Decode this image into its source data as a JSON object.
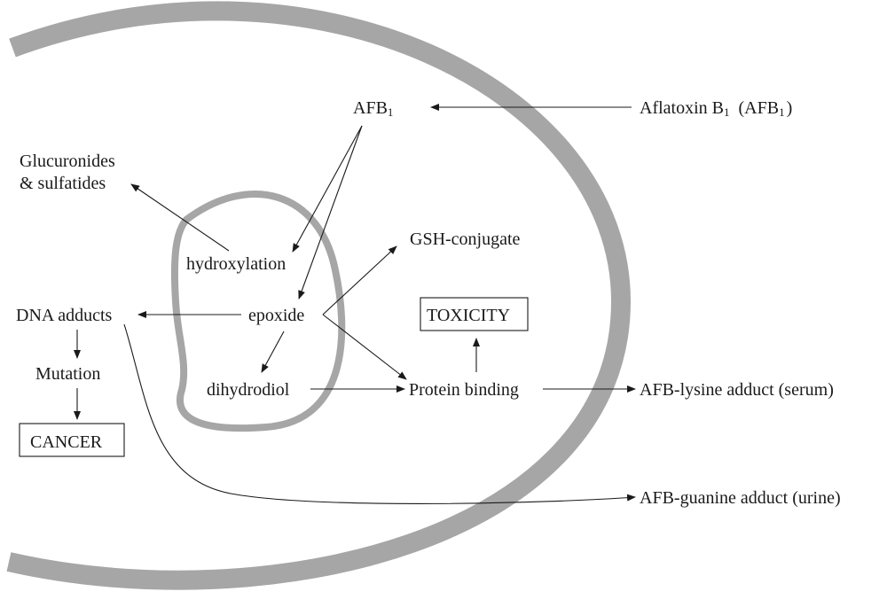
{
  "diagram": {
    "colors": {
      "membrane": "#a6a6a6",
      "text": "#1a1a1a",
      "arrow": "#1a1a1a"
    },
    "labels": {
      "afb1_base": "AFB",
      "afb1_sub": "1",
      "aflatoxin_a": "Aflatoxin B",
      "aflatoxin_sub1": "1",
      "aflatoxin_b": "(AFB",
      "aflatoxin_sub2": "1",
      "aflatoxin_c": ")",
      "glucuronides_line1": "Glucuronides",
      "glucuronides_line2": "& sulfatides",
      "hydroxylation": "hydroxylation",
      "gsh_conjugate": "GSH-conjugate",
      "dna_adducts": "DNA adducts",
      "epoxide": "epoxide",
      "toxicity": "TOXICITY",
      "mutation": "Mutation",
      "dihydrodiol": "dihydrodiol",
      "protein_binding": "Protein binding",
      "afb_lysine": "AFB-lysine adduct (serum)",
      "cancer": "CANCER",
      "afb_guanine": "AFB-guanine adduct (urine)"
    }
  }
}
